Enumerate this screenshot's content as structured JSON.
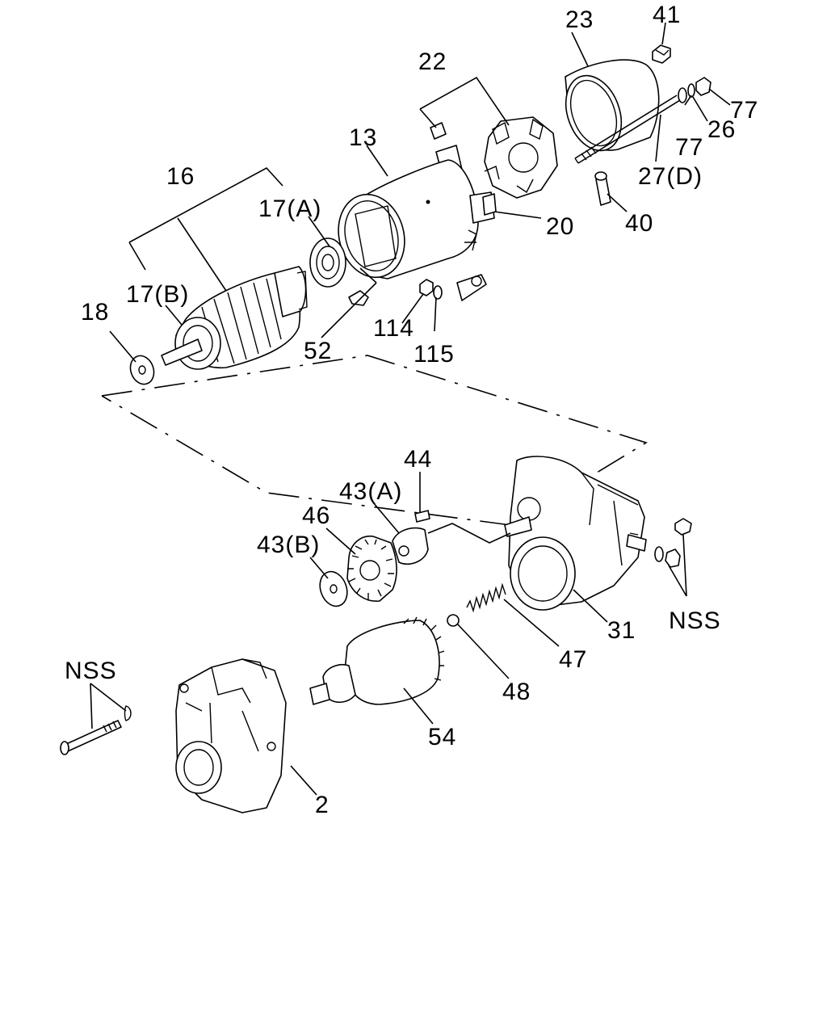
{
  "labels": {
    "p2": "2",
    "p13": "13",
    "p16": "16",
    "p17a": "17(A)",
    "p17b": "17(B)",
    "p18": "18",
    "p20": "20",
    "p22": "22",
    "p23": "23",
    "p26": "26",
    "p27d": "27(D)",
    "p31": "31",
    "p40": "40",
    "p41": "41",
    "p43a": "43(A)",
    "p43b": "43(B)",
    "p44": "44",
    "p46": "46",
    "p47": "47",
    "p48": "48",
    "p52": "52",
    "p54": "54",
    "p77a": "77",
    "p77b": "77",
    "p114": "114",
    "p115": "115",
    "nss_left": "NSS",
    "nss_right": "NSS"
  }
}
